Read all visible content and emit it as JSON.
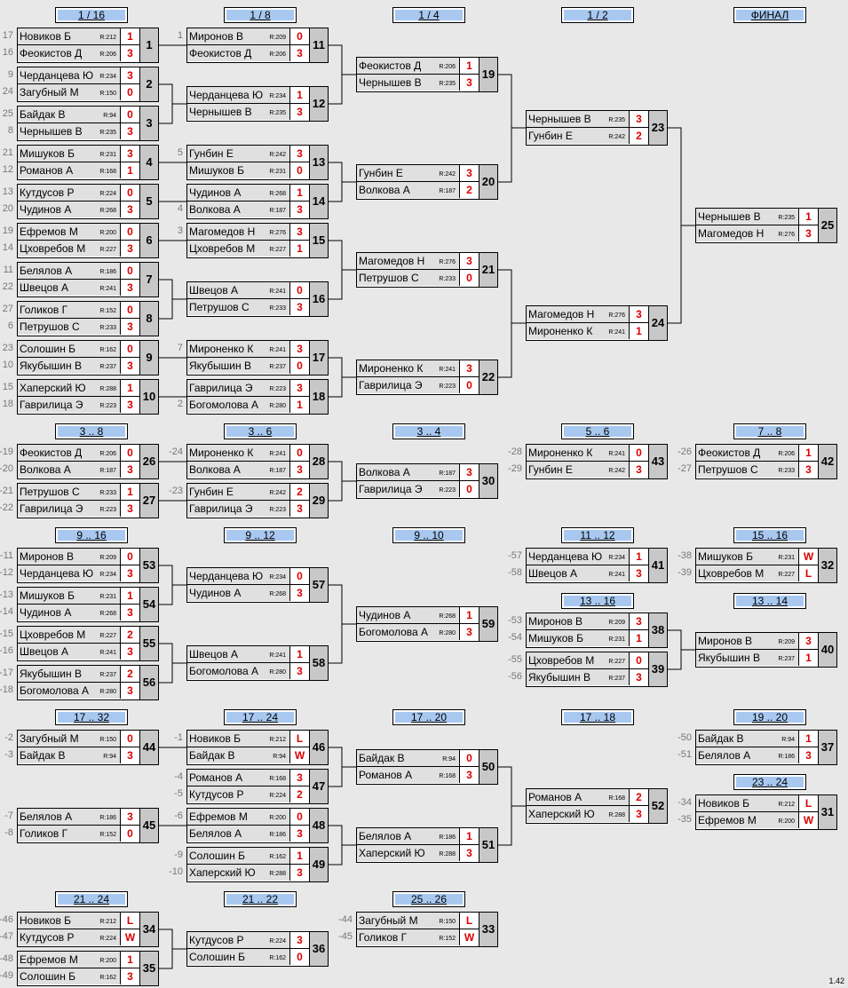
{
  "headers": [
    "1 / 16",
    "1 / 8",
    "1 / 4",
    "1 / 2",
    "ФИНАЛ",
    "3 .. 8",
    "3 .. 6",
    "3 .. 4",
    "5 .. 6",
    "7 .. 8",
    "9 .. 16",
    "9 .. 12",
    "9 .. 10",
    "11 .. 12",
    "15 .. 16",
    "13 .. 16",
    "13 .. 14",
    "17 .. 32",
    "17 .. 24",
    "17 .. 20",
    "17 .. 18",
    "19 .. 20",
    "23 .. 24",
    "21 .. 24",
    "21 .. 22",
    "25 .. 26"
  ],
  "matches": [
    {
      "n": "1",
      "a": {
        "seed": "17",
        "name": "Новиков Б",
        "r": "R:212",
        "s": "1"
      },
      "b": {
        "seed": "16",
        "name": "Феокистов Д",
        "r": "R:206",
        "s": "3"
      }
    },
    {
      "n": "2",
      "a": {
        "seed": "9",
        "name": "Черданцева Ю",
        "r": "R:234",
        "s": "3"
      },
      "b": {
        "seed": "24",
        "name": "Загубный М",
        "r": "R:150",
        "s": "0"
      }
    },
    {
      "n": "3",
      "a": {
        "seed": "25",
        "name": "Байдак В",
        "r": "R:94",
        "s": "0"
      },
      "b": {
        "seed": "8",
        "name": "Чернышев В",
        "r": "R:235",
        "s": "3"
      }
    },
    {
      "n": "4",
      "a": {
        "seed": "21",
        "name": "Мишуков Б",
        "r": "R:231",
        "s": "3"
      },
      "b": {
        "seed": "12",
        "name": "Романов А",
        "r": "R:168",
        "s": "1"
      }
    },
    {
      "n": "5",
      "a": {
        "seed": "13",
        "name": "Кутдусов Р",
        "r": "R:224",
        "s": "0"
      },
      "b": {
        "seed": "20",
        "name": "Чудинов А",
        "r": "R:268",
        "s": "3"
      }
    },
    {
      "n": "6",
      "a": {
        "seed": "19",
        "name": "Ефремов М",
        "r": "R:200",
        "s": "0"
      },
      "b": {
        "seed": "14",
        "name": "Цховребов М",
        "r": "R:227",
        "s": "3"
      }
    },
    {
      "n": "7",
      "a": {
        "seed": "11",
        "name": "Белялов А",
        "r": "R:186",
        "s": "0"
      },
      "b": {
        "seed": "22",
        "name": "Швецов А",
        "r": "R:241",
        "s": "3"
      }
    },
    {
      "n": "8",
      "a": {
        "seed": "27",
        "name": "Голиков Г",
        "r": "R:152",
        "s": "0"
      },
      "b": {
        "seed": "6",
        "name": "Петрушов С",
        "r": "R:233",
        "s": "3"
      }
    },
    {
      "n": "9",
      "a": {
        "seed": "23",
        "name": "Солошин Б",
        "r": "R:162",
        "s": "0"
      },
      "b": {
        "seed": "10",
        "name": "Якубышин В",
        "r": "R:237",
        "s": "3"
      }
    },
    {
      "n": "10",
      "a": {
        "seed": "15",
        "name": "Хаперский Ю",
        "r": "R:288",
        "s": "1"
      },
      "b": {
        "seed": "18",
        "name": "Гаврилица Э",
        "r": "R:223",
        "s": "3"
      }
    },
    {
      "n": "11",
      "a": {
        "seed": "1",
        "name": "Миронов В",
        "r": "R:209",
        "s": "0"
      },
      "b": {
        "seed": "",
        "name": "Феокистов Д",
        "r": "R:206",
        "s": "3"
      }
    },
    {
      "n": "12",
      "a": {
        "seed": "",
        "name": "Черданцева Ю",
        "r": "R:234",
        "s": "1"
      },
      "b": {
        "seed": "",
        "name": "Чернышев В",
        "r": "R:235",
        "s": "3"
      }
    },
    {
      "n": "13",
      "a": {
        "seed": "5",
        "name": "Гунбин Е",
        "r": "R:242",
        "s": "3"
      },
      "b": {
        "seed": "",
        "name": "Мишуков Б",
        "r": "R:231",
        "s": "0"
      }
    },
    {
      "n": "14",
      "a": {
        "seed": "",
        "name": "Чудинов А",
        "r": "R:268",
        "s": "1"
      },
      "b": {
        "seed": "4",
        "name": "Волкова А",
        "r": "R:187",
        "s": "3"
      }
    },
    {
      "n": "15",
      "a": {
        "seed": "3",
        "name": "Магомедов Н",
        "r": "R:276",
        "s": "3"
      },
      "b": {
        "seed": "",
        "name": "Цховребов М",
        "r": "R:227",
        "s": "1"
      }
    },
    {
      "n": "16",
      "a": {
        "seed": "",
        "name": "Швецов А",
        "r": "R:241",
        "s": "0"
      },
      "b": {
        "seed": "",
        "name": "Петрушов С",
        "r": "R:233",
        "s": "3"
      }
    },
    {
      "n": "17",
      "a": {
        "seed": "7",
        "name": "Мироненко К",
        "r": "R:241",
        "s": "3"
      },
      "b": {
        "seed": "",
        "name": "Якубышин В",
        "r": "R:237",
        "s": "0"
      }
    },
    {
      "n": "18",
      "a": {
        "seed": "",
        "name": "Гаврилица Э",
        "r": "R:223",
        "s": "3"
      },
      "b": {
        "seed": "2",
        "name": "Богомолова А",
        "r": "R:280",
        "s": "1"
      }
    },
    {
      "n": "19",
      "a": {
        "seed": "",
        "name": "Феокистов Д",
        "r": "R:206",
        "s": "1"
      },
      "b": {
        "seed": "",
        "name": "Чернышев В",
        "r": "R:235",
        "s": "3"
      }
    },
    {
      "n": "20",
      "a": {
        "seed": "",
        "name": "Гунбин Е",
        "r": "R:242",
        "s": "3"
      },
      "b": {
        "seed": "",
        "name": "Волкова А",
        "r": "R:187",
        "s": "2"
      }
    },
    {
      "n": "21",
      "a": {
        "seed": "",
        "name": "Магомедов Н",
        "r": "R:276",
        "s": "3"
      },
      "b": {
        "seed": "",
        "name": "Петрушов С",
        "r": "R:233",
        "s": "0"
      }
    },
    {
      "n": "22",
      "a": {
        "seed": "",
        "name": "Мироненко К",
        "r": "R:241",
        "s": "3"
      },
      "b": {
        "seed": "",
        "name": "Гаврилица Э",
        "r": "R:223",
        "s": "0"
      }
    },
    {
      "n": "23",
      "a": {
        "seed": "",
        "name": "Чернышев В",
        "r": "R:235",
        "s": "3"
      },
      "b": {
        "seed": "",
        "name": "Гунбин Е",
        "r": "R:242",
        "s": "2"
      }
    },
    {
      "n": "24",
      "a": {
        "seed": "",
        "name": "Магомедов Н",
        "r": "R:276",
        "s": "3"
      },
      "b": {
        "seed": "",
        "name": "Мироненко К",
        "r": "R:241",
        "s": "1"
      }
    },
    {
      "n": "25",
      "a": {
        "seed": "",
        "name": "Чернышев В",
        "r": "R:235",
        "s": "1"
      },
      "b": {
        "seed": "",
        "name": "Магомедов Н",
        "r": "R:276",
        "s": "3"
      }
    },
    {
      "n": "26",
      "a": {
        "seed": "-19",
        "name": "Феокистов Д",
        "r": "R:206",
        "s": "0"
      },
      "b": {
        "seed": "-20",
        "name": "Волкова А",
        "r": "R:187",
        "s": "3"
      }
    },
    {
      "n": "27",
      "a": {
        "seed": "-21",
        "name": "Петрушов С",
        "r": "R:233",
        "s": "1"
      },
      "b": {
        "seed": "-22",
        "name": "Гаврилица Э",
        "r": "R:223",
        "s": "3"
      }
    },
    {
      "n": "28",
      "a": {
        "seed": "-24",
        "name": "Мироненко К",
        "r": "R:241",
        "s": "0"
      },
      "b": {
        "seed": "",
        "name": "Волкова А",
        "r": "R:187",
        "s": "3"
      }
    },
    {
      "n": "29",
      "a": {
        "seed": "-23",
        "name": "Гунбин Е",
        "r": "R:242",
        "s": "2"
      },
      "b": {
        "seed": "",
        "name": "Гаврилица Э",
        "r": "R:223",
        "s": "3"
      }
    },
    {
      "n": "30",
      "a": {
        "seed": "",
        "name": "Волкова А",
        "r": "R:187",
        "s": "3"
      },
      "b": {
        "seed": "",
        "name": "Гаврилица Э",
        "r": "R:223",
        "s": "0"
      }
    },
    {
      "n": "43",
      "a": {
        "seed": "-28",
        "name": "Мироненко К",
        "r": "R:241",
        "s": "0"
      },
      "b": {
        "seed": "-29",
        "name": "Гунбин Е",
        "r": "R:242",
        "s": "3"
      }
    },
    {
      "n": "42",
      "a": {
        "seed": "-26",
        "name": "Феокистов Д",
        "r": "R:206",
        "s": "1"
      },
      "b": {
        "seed": "-27",
        "name": "Петрушов С",
        "r": "R:233",
        "s": "3"
      }
    },
    {
      "n": "53",
      "a": {
        "seed": "-11",
        "name": "Миронов В",
        "r": "R:209",
        "s": "0"
      },
      "b": {
        "seed": "-12",
        "name": "Черданцева Ю",
        "r": "R:234",
        "s": "3"
      }
    },
    {
      "n": "54",
      "a": {
        "seed": "-13",
        "name": "Мишуков Б",
        "r": "R:231",
        "s": "1"
      },
      "b": {
        "seed": "-14",
        "name": "Чудинов А",
        "r": "R:268",
        "s": "3"
      }
    },
    {
      "n": "55",
      "a": {
        "seed": "-15",
        "name": "Цховребов М",
        "r": "R:227",
        "s": "2"
      },
      "b": {
        "seed": "-16",
        "name": "Швецов А",
        "r": "R:241",
        "s": "3"
      }
    },
    {
      "n": "56",
      "a": {
        "seed": "-17",
        "name": "Якубышин В",
        "r": "R:237",
        "s": "2"
      },
      "b": {
        "seed": "-18",
        "name": "Богомолова А",
        "r": "R:280",
        "s": "3"
      }
    },
    {
      "n": "57",
      "a": {
        "seed": "",
        "name": "Черданцева Ю",
        "r": "R:234",
        "s": "0"
      },
      "b": {
        "seed": "",
        "name": "Чудинов А",
        "r": "R:268",
        "s": "3"
      }
    },
    {
      "n": "58",
      "a": {
        "seed": "",
        "name": "Швецов А",
        "r": "R:241",
        "s": "1"
      },
      "b": {
        "seed": "",
        "name": "Богомолова А",
        "r": "R:280",
        "s": "3"
      }
    },
    {
      "n": "59",
      "a": {
        "seed": "",
        "name": "Чудинов А",
        "r": "R:268",
        "s": "1"
      },
      "b": {
        "seed": "",
        "name": "Богомолова А",
        "r": "R:280",
        "s": "3"
      }
    },
    {
      "n": "41",
      "a": {
        "seed": "-57",
        "name": "Черданцева Ю",
        "r": "R:234",
        "s": "1"
      },
      "b": {
        "seed": "-58",
        "name": "Швецов А",
        "r": "R:241",
        "s": "3"
      }
    },
    {
      "n": "32",
      "a": {
        "seed": "-38",
        "name": "Мишуков Б",
        "r": "R:231",
        "s": "W"
      },
      "b": {
        "seed": "-39",
        "name": "Цховребов М",
        "r": "R:227",
        "s": "L"
      }
    },
    {
      "n": "38",
      "a": {
        "seed": "-53",
        "name": "Миронов В",
        "r": "R:209",
        "s": "3"
      },
      "b": {
        "seed": "-54",
        "name": "Мишуков Б",
        "r": "R:231",
        "s": "1"
      }
    },
    {
      "n": "39",
      "a": {
        "seed": "-55",
        "name": "Цховребов М",
        "r": "R:227",
        "s": "0"
      },
      "b": {
        "seed": "-56",
        "name": "Якубышин В",
        "r": "R:237",
        "s": "3"
      }
    },
    {
      "n": "40",
      "a": {
        "seed": "",
        "name": "Миронов В",
        "r": "R:209",
        "s": "3"
      },
      "b": {
        "seed": "",
        "name": "Якубышин В",
        "r": "R:237",
        "s": "1"
      }
    },
    {
      "n": "44",
      "a": {
        "seed": "-2",
        "name": "Загубный М",
        "r": "R:150",
        "s": "0"
      },
      "b": {
        "seed": "-3",
        "name": "Байдак В",
        "r": "R:94",
        "s": "3"
      }
    },
    {
      "n": "45",
      "a": {
        "seed": "-7",
        "name": "Белялов А",
        "r": "R:186",
        "s": "3"
      },
      "b": {
        "seed": "-8",
        "name": "Голиков Г",
        "r": "R:152",
        "s": "0"
      }
    },
    {
      "n": "46",
      "a": {
        "seed": "-1",
        "name": "Новиков Б",
        "r": "R:212",
        "s": "L"
      },
      "b": {
        "seed": "",
        "name": "Байдак В",
        "r": "R:94",
        "s": "W"
      }
    },
    {
      "n": "47",
      "a": {
        "seed": "-4",
        "name": "Романов А",
        "r": "R:168",
        "s": "3"
      },
      "b": {
        "seed": "-5",
        "name": "Кутдусов Р",
        "r": "R:224",
        "s": "2"
      }
    },
    {
      "n": "48",
      "a": {
        "seed": "-6",
        "name": "Ефремов М",
        "r": "R:200",
        "s": "0"
      },
      "b": {
        "seed": "",
        "name": "Белялов А",
        "r": "R:186",
        "s": "3"
      }
    },
    {
      "n": "49",
      "a": {
        "seed": "-9",
        "name": "Солошин Б",
        "r": "R:162",
        "s": "1"
      },
      "b": {
        "seed": "-10",
        "name": "Хаперский Ю",
        "r": "R:288",
        "s": "3"
      }
    },
    {
      "n": "50",
      "a": {
        "seed": "",
        "name": "Байдак В",
        "r": "R:94",
        "s": "0"
      },
      "b": {
        "seed": "",
        "name": "Романов А",
        "r": "R:168",
        "s": "3"
      }
    },
    {
      "n": "51",
      "a": {
        "seed": "",
        "name": "Белялов А",
        "r": "R:186",
        "s": "1"
      },
      "b": {
        "seed": "",
        "name": "Хаперский Ю",
        "r": "R:288",
        "s": "3"
      }
    },
    {
      "n": "52",
      "a": {
        "seed": "",
        "name": "Романов А",
        "r": "R:168",
        "s": "2"
      },
      "b": {
        "seed": "",
        "name": "Хаперский Ю",
        "r": "R:288",
        "s": "3"
      }
    },
    {
      "n": "37",
      "a": {
        "seed": "-50",
        "name": "Байдак В",
        "r": "R:94",
        "s": "1"
      },
      "b": {
        "seed": "-51",
        "name": "Белялов А",
        "r": "R:186",
        "s": "3"
      }
    },
    {
      "n": "31",
      "a": {
        "seed": "-34",
        "name": "Новиков Б",
        "r": "R:212",
        "s": "L"
      },
      "b": {
        "seed": "-35",
        "name": "Ефремов М",
        "r": "R:200",
        "s": "W"
      }
    },
    {
      "n": "34",
      "a": {
        "seed": "-46",
        "name": "Новиков Б",
        "r": "R:212",
        "s": "L"
      },
      "b": {
        "seed": "-47",
        "name": "Кутдусов Р",
        "r": "R:224",
        "s": "W"
      }
    },
    {
      "n": "35",
      "a": {
        "seed": "-48",
        "name": "Ефремов М",
        "r": "R:200",
        "s": "1"
      },
      "b": {
        "seed": "-49",
        "name": "Солошин Б",
        "r": "R:162",
        "s": "3"
      }
    },
    {
      "n": "36",
      "a": {
        "seed": "",
        "name": "Кутдусов Р",
        "r": "R:224",
        "s": "3"
      },
      "b": {
        "seed": "",
        "name": "Солошин Б",
        "r": "R:162",
        "s": "0"
      }
    },
    {
      "n": "33",
      "a": {
        "seed": "-44",
        "name": "Загубный М",
        "r": "R:150",
        "s": "L"
      },
      "b": {
        "seed": "-45",
        "name": "Голиков Г",
        "r": "R:152",
        "s": "W"
      }
    }
  ],
  "version": "1.42",
  "colors": {
    "header_bg": "#a8c8f0",
    "slot_bg": "#e0e0e0",
    "number_bg": "#c8c8c8",
    "score": "#dd0000",
    "page_bg": "#e8e8e8"
  }
}
